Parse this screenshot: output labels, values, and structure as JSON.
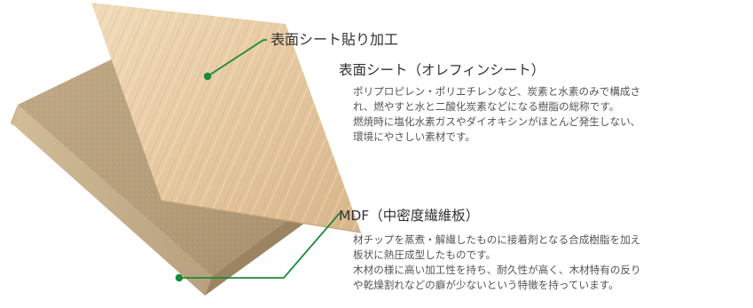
{
  "callout_label": "表面シート貼り加工",
  "surface_sheet": {
    "title": "表面シート（オレフィンシート）",
    "description_lines": [
      "ポリプロピレン・ポリエチレンなど、炭素と水素のみで構成さ",
      "れ、燃やすと水と二酸化炭素などになる樹脂の総称です。",
      "燃焼時に塩化水素ガスやダイオキシンがほとんど発生しない、",
      "環境にやさしい素材です。"
    ]
  },
  "mdf": {
    "title": "MDF（中密度繊維板）",
    "description_lines": [
      "材チップを蒸煮・解繊したものに接着剤となる合成樹脂を加え",
      "板状に熱圧成型したものです。",
      "木材の様に高い加工性を持ち、耐久性が高く、木材特有の反り",
      "や乾燥割れなどの癖が少ないという特徴を持っています。"
    ]
  },
  "colors": {
    "leader_line": "#1a8a3c",
    "marker_dot": "#1a8a3c",
    "veneer_light": "#ecd3ad",
    "veneer_dark": "#d9b88e",
    "mdf_face": "#b8a07e",
    "mdf_edge": "#a38a67"
  }
}
